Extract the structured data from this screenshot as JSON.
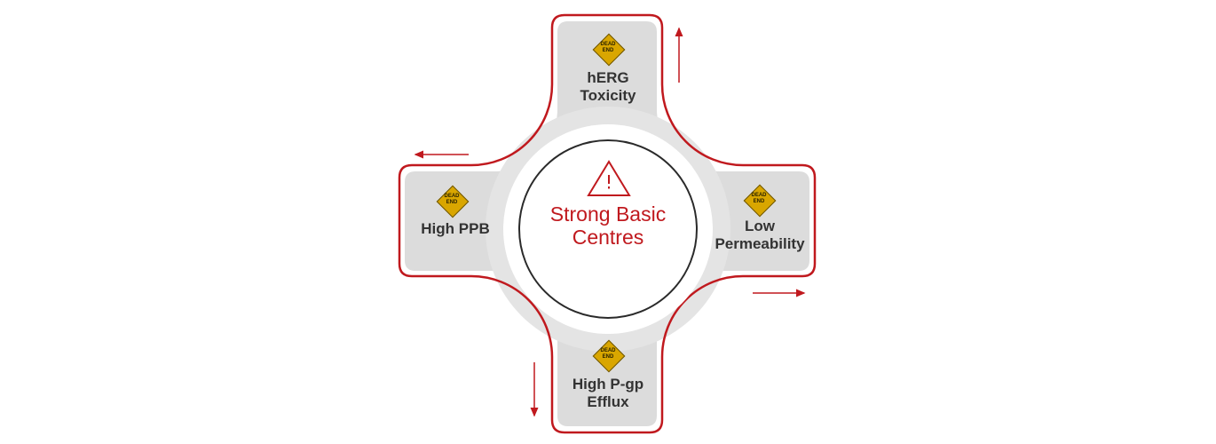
{
  "center": {
    "line1": "Strong Basic",
    "line2": "Centres",
    "icon": "warning-triangle-icon"
  },
  "dead_end_sign": {
    "line1": "DEAD",
    "line2": "END"
  },
  "arms": [
    {
      "id": "top",
      "line1": "hERG",
      "line2": "Toxicity"
    },
    {
      "id": "left",
      "line1": "High PPB",
      "line2": ""
    },
    {
      "id": "right",
      "line1": "Low",
      "line2": "Permeability"
    },
    {
      "id": "bottom",
      "line1": "High P-gp",
      "line2": "Efflux"
    }
  ],
  "colors": {
    "accent": "#c0191e",
    "road": "#dcdcdc",
    "sign": "#d9a600",
    "text": "#333333"
  }
}
